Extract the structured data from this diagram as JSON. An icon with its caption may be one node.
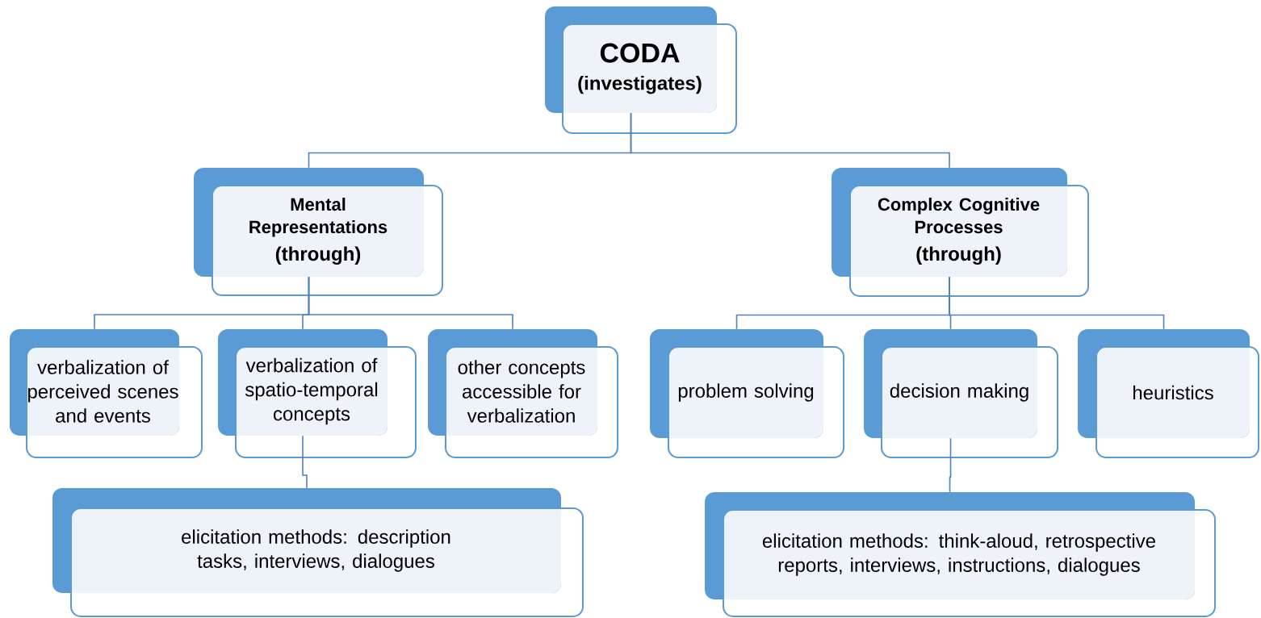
{
  "diagram": {
    "nodes": [
      {
        "text": [
          "CODA",
          "(investigates)"
        ]
      },
      {
        "text": [
          "Mental Representations",
          "(through)"
        ]
      },
      {
        "text": [
          "Complex Cognitive Processes",
          "(through)"
        ]
      },
      {
        "text": [
          "verbalization of perceived scenes and events"
        ]
      },
      {
        "text": [
          "verbalization of spatio-temporal concepts"
        ]
      },
      {
        "text": [
          "other concepts accessible for verbalization"
        ]
      },
      {
        "text": [
          "problem solving"
        ]
      },
      {
        "text": [
          "decision making"
        ]
      },
      {
        "text": [
          "heuristics"
        ]
      },
      {
        "text": [
          "elicitation methods: description tasks, interviews, dialogues"
        ]
      },
      {
        "text": [
          "elicitation methods: think-aloud, retrospective reports, interviews, instructions, dialogues"
        ]
      }
    ],
    "edges": [
      {
        "from": 0,
        "to": 1,
        "arrow": "none"
      },
      {
        "from": 0,
        "to": 2,
        "arrow": "none"
      },
      {
        "from": 1,
        "to": 3,
        "arrow": "none"
      },
      {
        "from": 1,
        "to": 4,
        "arrow": "none"
      },
      {
        "from": 1,
        "to": 5,
        "arrow": "none"
      },
      {
        "from": 2,
        "to": 6,
        "arrow": "none"
      },
      {
        "from": 2,
        "to": 7,
        "arrow": "none"
      },
      {
        "from": 2,
        "to": 8,
        "arrow": "none"
      },
      {
        "from": 4,
        "to": 9,
        "arrow": "none"
      },
      {
        "from": 7,
        "to": 10,
        "arrow": "none"
      }
    ]
  }
}
